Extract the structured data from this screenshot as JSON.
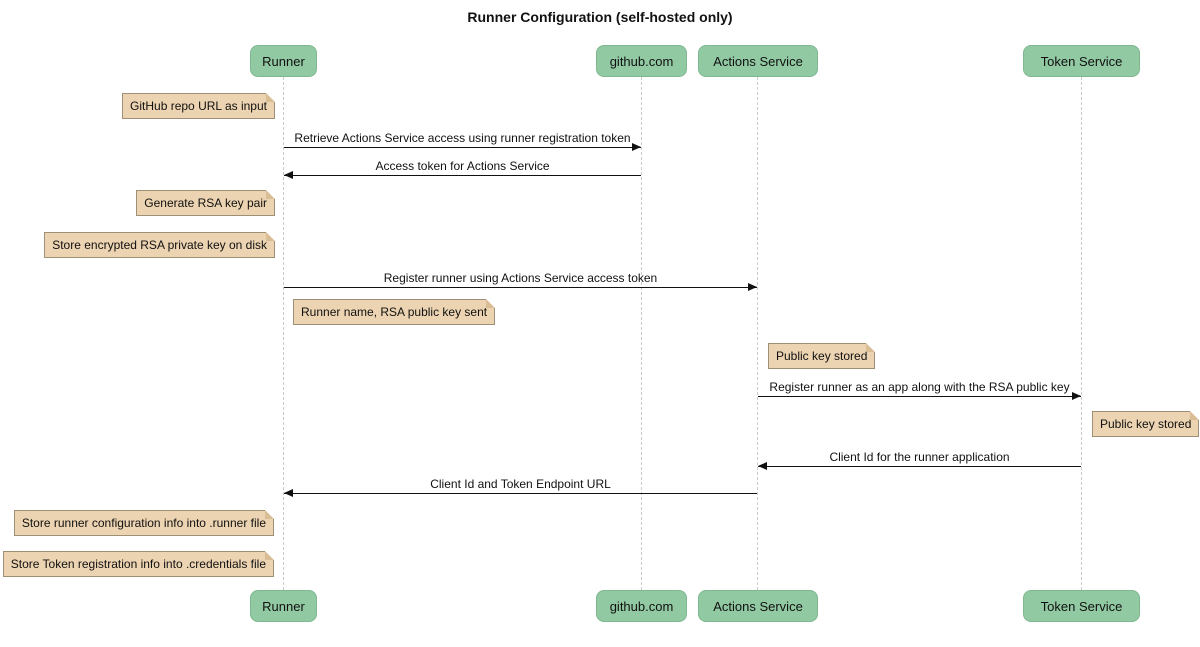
{
  "title": "Runner Configuration (self-hosted only)",
  "colors": {
    "participant_fill": "#91C9A2",
    "participant_border": "#7FB890",
    "note_fill": "#ECD3B1",
    "note_border": "#9E8F77",
    "note_fold": "#D9BD94",
    "lifeline": "#CBCBCB",
    "arrow": "#111111",
    "background": "#FFFFFF",
    "text": "#111111"
  },
  "participants": [
    {
      "id": "runner",
      "label": "Runner"
    },
    {
      "id": "github",
      "label": "github.com"
    },
    {
      "id": "actions-service",
      "label": "Actions Service"
    },
    {
      "id": "token-service",
      "label": "Token Service"
    }
  ],
  "messages": [
    {
      "from": "Runner",
      "to": "github.com",
      "direction": "right",
      "label": "Retrieve Actions Service access using runner registration token"
    },
    {
      "from": "github.com",
      "to": "Runner",
      "direction": "left",
      "label": "Access token for Actions Service"
    },
    {
      "from": "Runner",
      "to": "Actions Service",
      "direction": "right",
      "label": "Register runner using Actions Service access token"
    },
    {
      "from": "Actions Service",
      "to": "Token Service",
      "direction": "right",
      "label": "Register runner as an app along with the RSA public key"
    },
    {
      "from": "Token Service",
      "to": "Actions Service",
      "direction": "left",
      "label": "Client Id for the runner application"
    },
    {
      "from": "Actions Service",
      "to": "Runner",
      "direction": "left",
      "label": "Client Id and Token Endpoint URL"
    }
  ],
  "notes": [
    {
      "anchor": "Runner",
      "side": "left",
      "text": "GitHub repo URL as input"
    },
    {
      "anchor": "Runner",
      "side": "left",
      "text": "Generate RSA key pair"
    },
    {
      "anchor": "Runner",
      "side": "left",
      "text": "Store encrypted RSA private key on disk"
    },
    {
      "anchor": "Runner",
      "side": "right",
      "text": "Runner name, RSA public key sent"
    },
    {
      "anchor": "Actions Service",
      "side": "right",
      "text": "Public key stored"
    },
    {
      "anchor": "Token Service",
      "side": "right",
      "text": "Public key stored"
    },
    {
      "anchor": "Runner",
      "side": "left",
      "text": "Store runner configuration info into .runner file"
    },
    {
      "anchor": "Runner",
      "side": "left",
      "text": "Store Token registration info into .credentials file"
    }
  ]
}
